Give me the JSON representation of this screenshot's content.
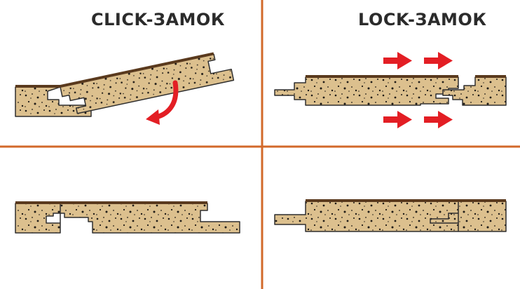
{
  "titles": {
    "click": "CLICK-ЗАМОК",
    "lock": "LOCK-ЗАМОК"
  },
  "colors": {
    "divider": "#d2692a",
    "board_fill": "#dcc08e",
    "board_outline": "#2e2e2e",
    "top_layer": "#5a3a1e",
    "arrow": "#e31e24",
    "specks": "#1e1a16"
  },
  "icons": {
    "rotate_arrow": "curved-arrow-down-left",
    "push_arrows": "arrow-right"
  }
}
